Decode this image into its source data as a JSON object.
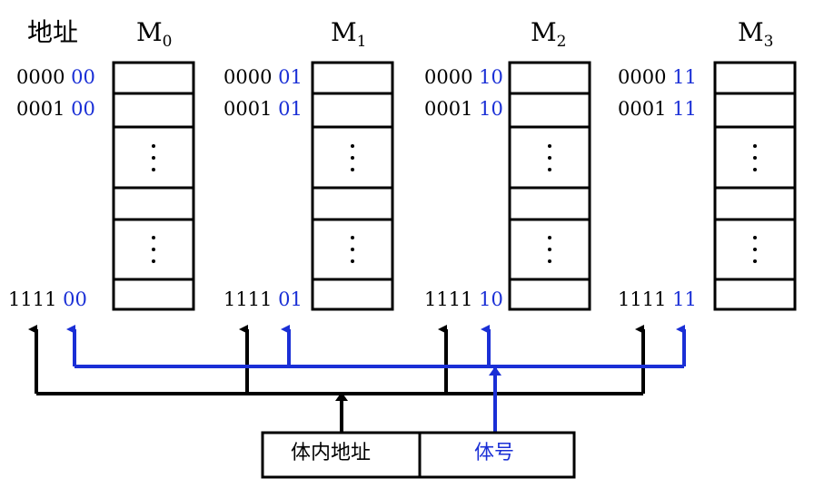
{
  "address_header": "地址",
  "modules": [
    {
      "name": "M",
      "sub": "0",
      "addr_high": [
        "0000",
        "0001",
        "1111"
      ],
      "addr_low": [
        "00",
        "00",
        "00"
      ]
    },
    {
      "name": "M",
      "sub": "1",
      "addr_high": [
        "0000",
        "0001",
        "1111"
      ],
      "addr_low": [
        "01",
        "01",
        "01"
      ]
    },
    {
      "name": "M",
      "sub": "2",
      "addr_high": [
        "0000",
        "0001",
        "1111"
      ],
      "addr_low": [
        "10",
        "10",
        "10"
      ]
    },
    {
      "name": "M",
      "sub": "3",
      "addr_high": [
        "0000",
        "0001",
        "1111"
      ],
      "addr_low": [
        "11",
        "11",
        "11"
      ]
    }
  ],
  "bottom_box": {
    "internal_address": "体内地址",
    "module_number": "体号"
  },
  "colors": {
    "black": "#000000",
    "blue": "#1a2fd6"
  }
}
